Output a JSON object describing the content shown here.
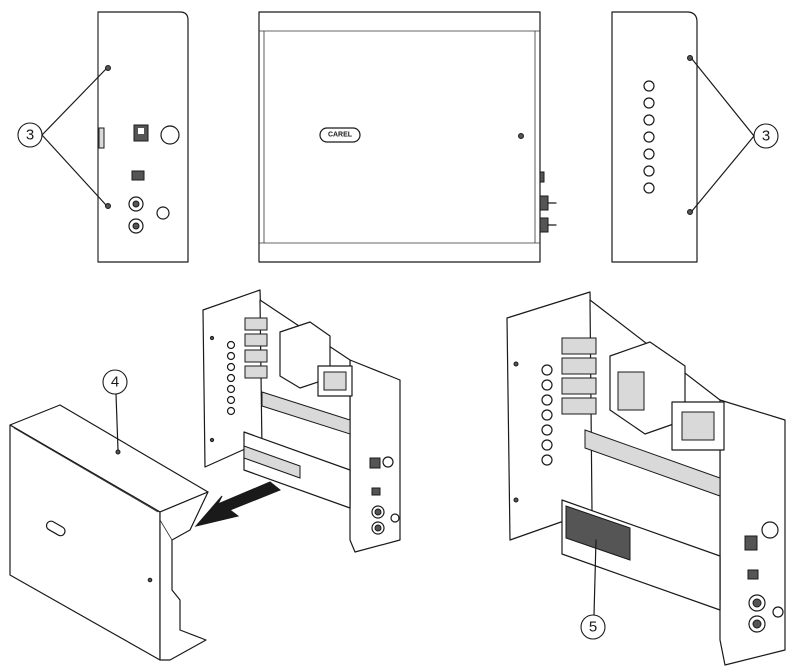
{
  "figure": {
    "logo_text": "CAREL",
    "callouts": [
      {
        "id": "callout-3-left",
        "label": "3"
      },
      {
        "id": "callout-3-right",
        "label": "3"
      },
      {
        "id": "callout-4",
        "label": "4"
      },
      {
        "id": "callout-5",
        "label": "5"
      }
    ]
  },
  "colors": {
    "line": "#1a1a1a",
    "fill_light": "#ffffff",
    "fill_grey": "#d9d9d9",
    "fill_dark": "#555555"
  }
}
